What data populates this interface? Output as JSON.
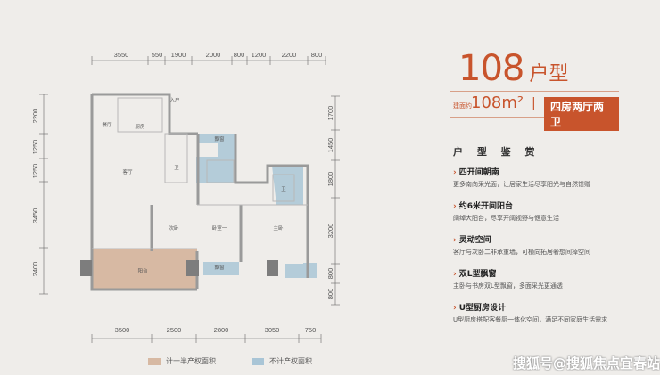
{
  "title": {
    "number": "108",
    "unit": "户型"
  },
  "area_bar": {
    "label": "建面约",
    "area": "108m²",
    "separator": "|",
    "type": "四房两厅两卫"
  },
  "dims": {
    "top": [
      "3550",
      "550",
      "1900",
      "2000",
      "800",
      "1200",
      "2200",
      "800"
    ],
    "bottom": [
      "3500",
      "2500",
      "2800",
      "3050",
      "750"
    ],
    "left": [
      "2200",
      "1250",
      "1250",
      "3450",
      "2400"
    ],
    "right": [
      "1700",
      "1450",
      "1800",
      "3200",
      "800",
      "800"
    ]
  },
  "rooms": {
    "kitchen": "厨房",
    "dining_side": "餐厅",
    "living": "客厅",
    "bedroom2": "次卧",
    "bedroom1": "卧室一",
    "master": "主卧",
    "bath_a": "卫",
    "bath_b": "卫",
    "window_bay_a": "飘窗",
    "window_bay_b": "飘窗",
    "balcony": "阳台",
    "entrance": "入户"
  },
  "features": {
    "heading": "户 型 鉴 赏",
    "items": [
      {
        "title": "四开间朝南",
        "desc": "更多南向采光面，让居家生活尽享阳光与自然馈赠"
      },
      {
        "title": "约6米开间阳台",
        "desc": "阔绰大阳台，尽享开阔视野与惬意生活"
      },
      {
        "title": "灵动空间",
        "desc": "客厅与次卧二非承重墙，可横向拓居奢想间掉空间"
      },
      {
        "title": "双L型飘窗",
        "desc": "主卧与书房双L型飘窗，多面采光更通透"
      },
      {
        "title": "U型厨房设计",
        "desc": "U型厨房搭配客餐厨一体化空间，满足不同家庭生活需求"
      }
    ]
  },
  "legend": {
    "half": "计一半产权面积",
    "none": "不计产权面积"
  },
  "colors": {
    "accent": "#c8542c",
    "half_area": "#d7b9a3",
    "no_area": "#a9c5d6"
  },
  "watermark": "搜狐号@搜狐焦点宜春站"
}
